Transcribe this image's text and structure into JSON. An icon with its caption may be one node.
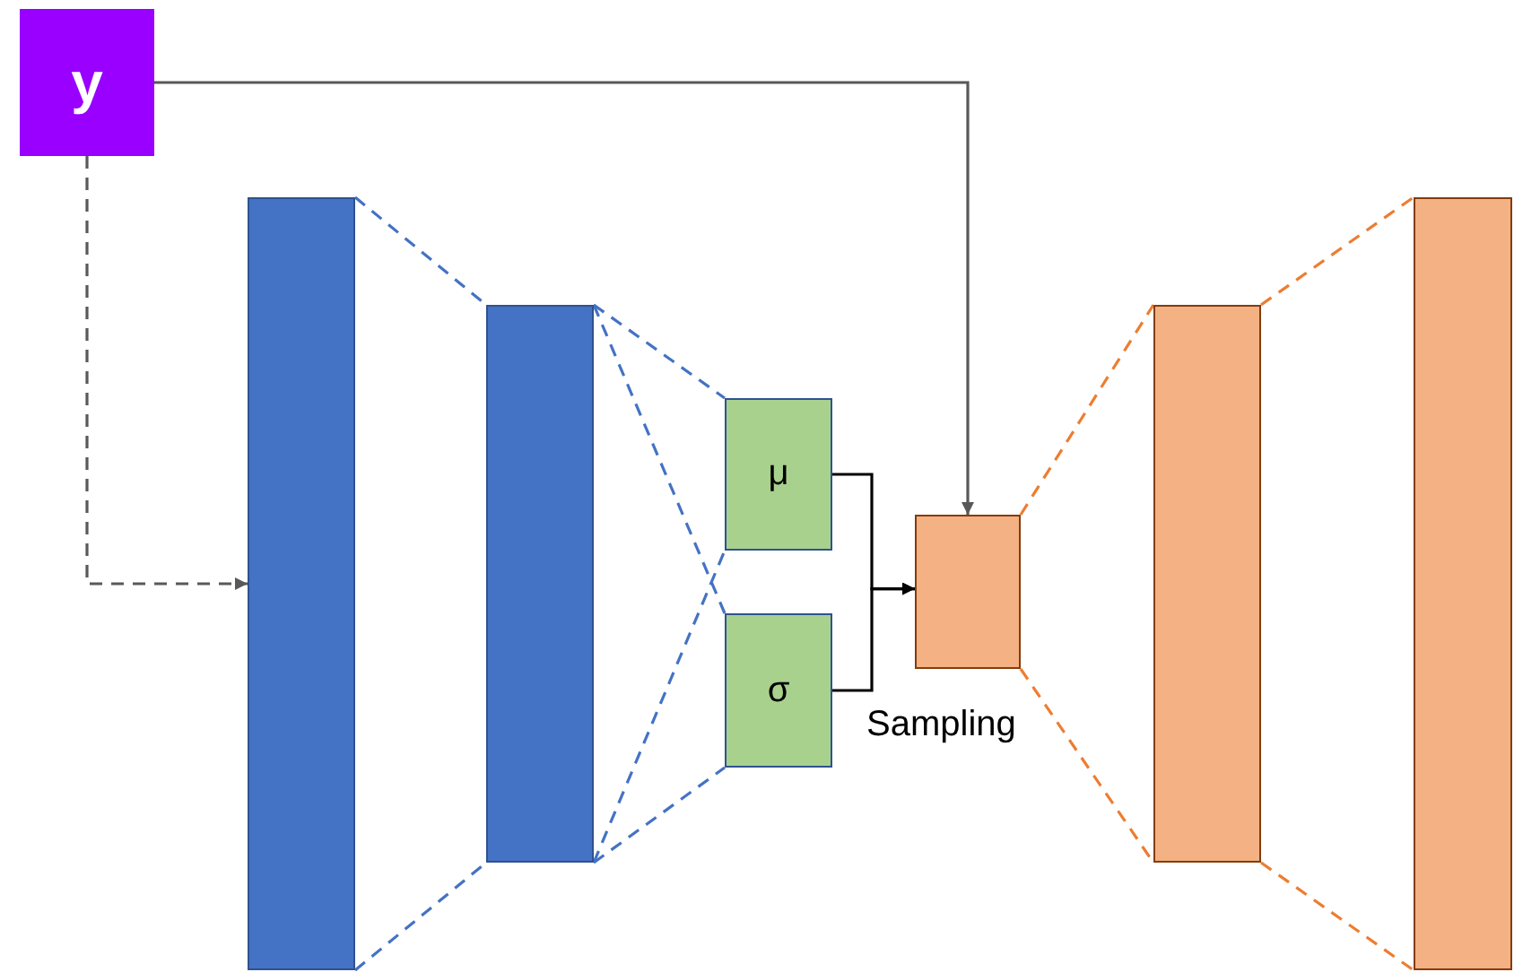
{
  "diagram": {
    "nodes": [
      {
        "text": [
          "y"
        ]
      },
      {
        "text": [],
        "shape": "box"
      },
      {
        "text": [],
        "shape": "box"
      },
      {
        "text": [
          "μ"
        ]
      },
      {
        "text": [
          "σ"
        ]
      },
      {
        "text": [],
        "shape": "box",
        "beside": [
          "Sampling"
        ]
      },
      {
        "text": [],
        "shape": "box"
      },
      {
        "text": [],
        "shape": "box"
      }
    ],
    "edges": [
      {
        "from": 0,
        "to": 1,
        "arrow": "to",
        "style": "dashed",
        "color": "#595959"
      },
      {
        "from": 0,
        "to": 5,
        "arrow": "to",
        "color": "#595959"
      },
      {
        "from": 1,
        "to": 2,
        "arrow": "none",
        "style": "dashed"
      },
      {
        "from": 1,
        "to": 2,
        "arrow": "none",
        "style": "dashed"
      },
      {
        "from": 2,
        "to": 3,
        "arrow": "none",
        "style": "dashed"
      },
      {
        "from": 2,
        "to": 3,
        "arrow": "none",
        "style": "dashed"
      },
      {
        "from": 2,
        "to": 4,
        "arrow": "none",
        "style": "dashed"
      },
      {
        "from": 2,
        "to": 4,
        "arrow": "none",
        "style": "dashed"
      },
      {
        "from": 3,
        "to": 5,
        "arrow": "to",
        "color": "#000000"
      },
      {
        "from": 4,
        "to": 5,
        "arrow": "to",
        "color": "#000000"
      },
      {
        "from": 5,
        "to": 6,
        "arrow": "none",
        "style": "dashed",
        "color": "#ed7d31"
      },
      {
        "from": 5,
        "to": 6,
        "arrow": "none",
        "style": "dashed",
        "color": "#ed7d31"
      },
      {
        "from": 6,
        "to": 7,
        "arrow": "none",
        "style": "dashed",
        "color": "#ed7d31"
      },
      {
        "from": 6,
        "to": 7,
        "arrow": "none",
        "style": "dashed",
        "color": "#ed7d31"
      }
    ]
  }
}
